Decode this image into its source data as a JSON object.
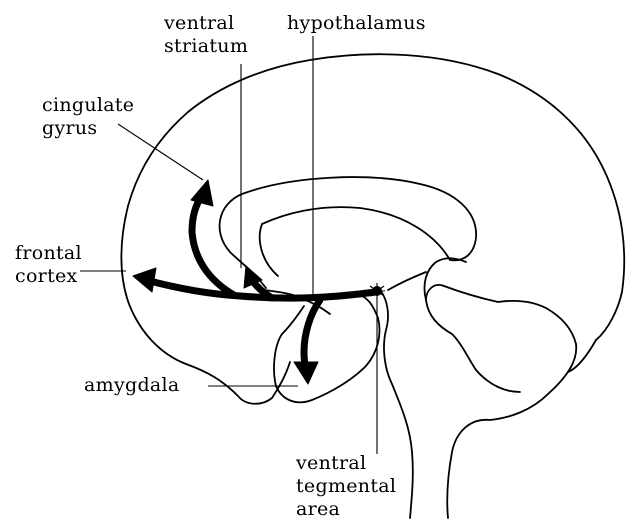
{
  "labels": {
    "ventral_striatum": [
      "ventral",
      "striatum"
    ],
    "hypothalamus": "hypothalamus",
    "cingulate_gyrus": [
      "cingulate",
      "gyrus"
    ],
    "frontal_cortex": [
      "frontal",
      "cortex"
    ],
    "amygdala": "amygdala",
    "ventral_tegmental_area": [
      "ventral",
      "tegmental",
      "area"
    ]
  },
  "colors": {
    "ink": "#000000",
    "background": "#ffffff"
  }
}
